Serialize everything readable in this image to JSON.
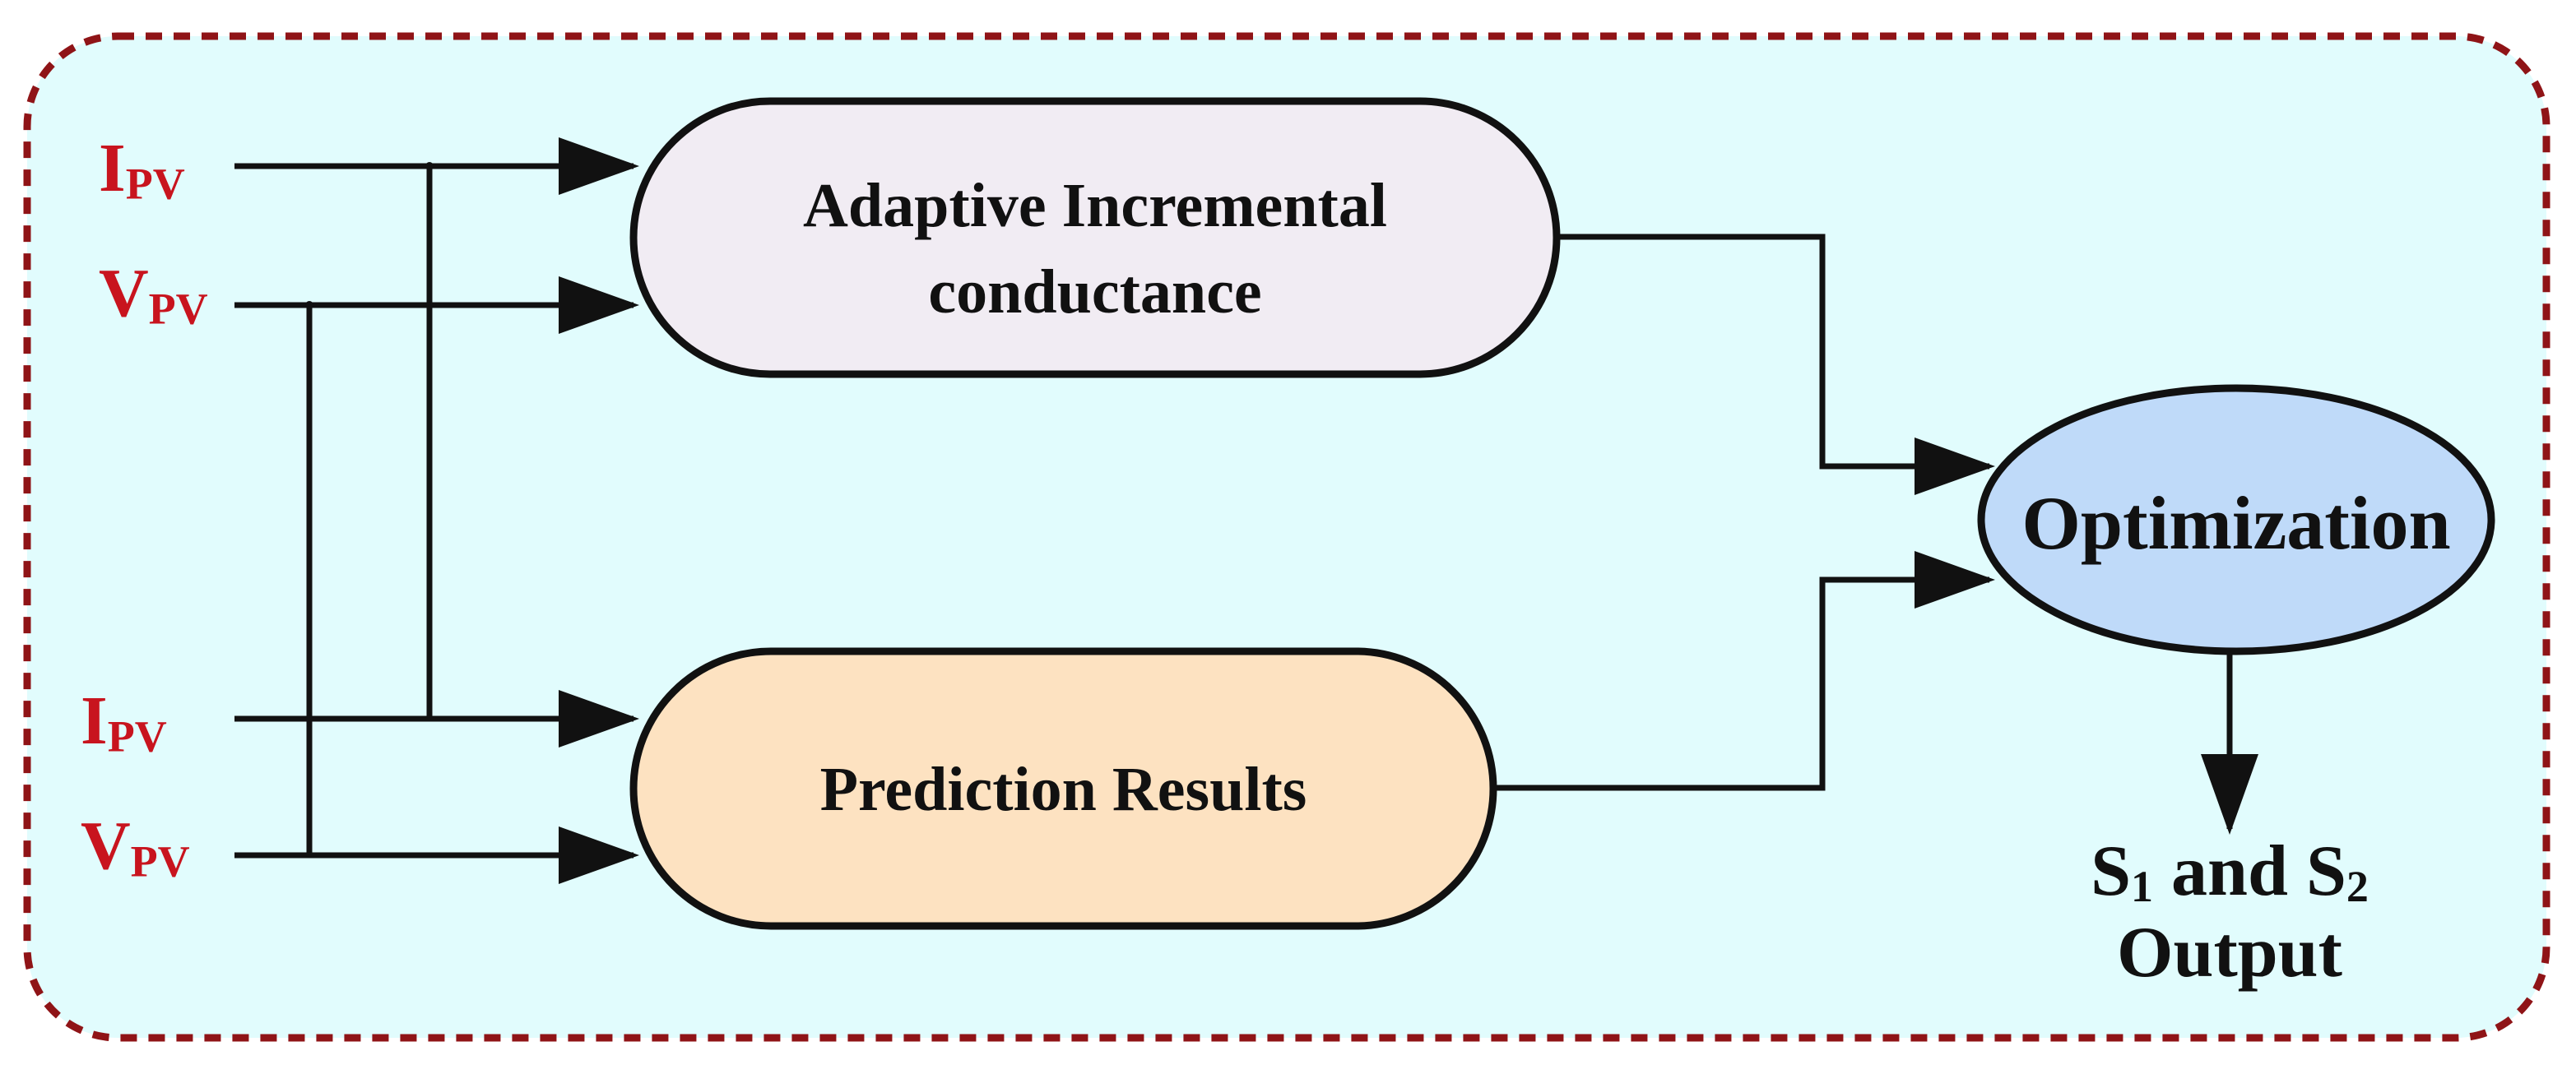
{
  "colors": {
    "background_panel": "#e1fcfd",
    "border_dashed": "#8f1417",
    "label_red": "#c8141e",
    "block_top_fill": "#f1ecf3",
    "block_bottom_fill": "#fde2c1",
    "ellipse_fill": "#bfdaf9",
    "stroke": "#111111"
  },
  "inputs": {
    "top_current": {
      "main": "I",
      "sub": "PV"
    },
    "top_voltage": {
      "main": "V",
      "sub": "PV"
    },
    "bottom_current": {
      "main": "I",
      "sub": "PV"
    },
    "bottom_voltage": {
      "main": "V",
      "sub": "PV"
    }
  },
  "blocks": {
    "adaptive": {
      "line1": "Adaptive Incremental",
      "line2": "conductance"
    },
    "prediction": {
      "label": "Prediction Results"
    }
  },
  "optimization": {
    "label": "Optimization"
  },
  "output": {
    "s1_main": "S",
    "s1_sub": "1",
    "and_text": " and ",
    "s2_main": "S",
    "s2_sub": "2",
    "line2": "Output"
  }
}
